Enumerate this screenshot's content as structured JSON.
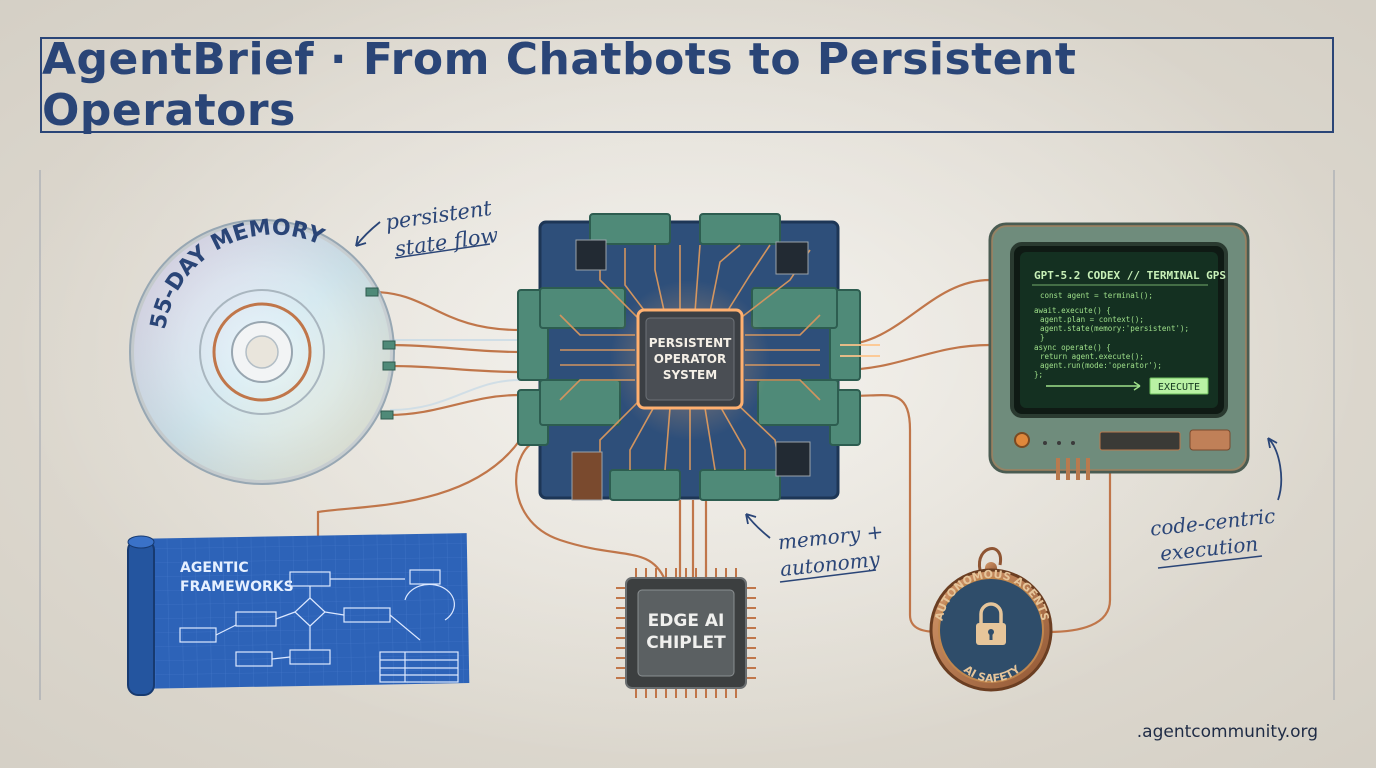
{
  "title": "AgentBrief · From Chatbots to Persistent Operators",
  "memory_disc": {
    "label": "55-DAY MEMORY"
  },
  "annotations": {
    "state_flow_1": "persistent",
    "state_flow_2": "state flow",
    "memory_autonomy_1": "memory +",
    "memory_autonomy_2": "autonomy",
    "code_execution_1": "code-centric",
    "code_execution_2": "execution"
  },
  "core_chip": {
    "line1": "PERSISTENT",
    "line2": "OPERATOR",
    "line3": "SYSTEM"
  },
  "terminal": {
    "header": "GPT-5.2 CODEX // TERMINAL GPS",
    "code_lines": [
      "const agent = terminal();",
      "await.execute() {",
      "  agent.plan = context();",
      "  agent.state(memory:'persistent');",
      "}",
      "async operate() {",
      "  return agent.execute();",
      "  agent.run(mode:'operator');",
      "};"
    ],
    "execute_label": "EXECUTE"
  },
  "blueprint": {
    "line1": "AGENTIC",
    "line2": "FRAMEWORKS"
  },
  "edge_chip": {
    "line1": "EDGE AI",
    "line2": "CHIPLET"
  },
  "badge": {
    "top_text": "AUTONOMOUS AGENTS",
    "bottom_text": "AI SAFETY"
  },
  "footer": ".agentcommunity.org",
  "colors": {
    "navy": "#2a4577",
    "copper": "#c0764a",
    "pcb": "#2e4f7a",
    "verdigris": "#4f8a78",
    "terminal_green": "#9fe08a",
    "blueprint": "#2d63b8"
  },
  "icons": [
    "lock-icon",
    "arrow-icon"
  ]
}
